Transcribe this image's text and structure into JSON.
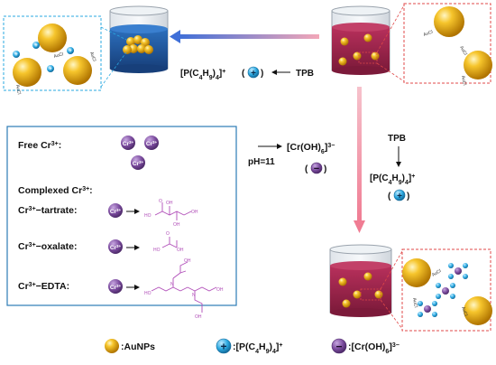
{
  "top_arrow": {
    "label_pre": "[P(C",
    "label_sub1": "4",
    "label_mid": "H",
    "label_sub2": "9",
    "label_mid2": ")",
    "label_sub3": "4",
    "label_post": "]",
    "label_sup": "+",
    "reagent": "TPB"
  },
  "surface_ligand": "AuCl",
  "surface_ligand_sub": "4",
  "surface_ligand_sup": "−",
  "pair_ligand": "[P(C4H9)4]+",
  "species_box": {
    "free_title": "Free Cr",
    "free_title_sup": "3+",
    "free_title_end": ":",
    "ion": "Cr",
    "ion_sup": "3+",
    "complexed_title": "Complexed Cr",
    "complexed_title_sup": "3+",
    "complexed_title_end": ":",
    "rows": [
      {
        "pre": "Cr",
        "sup": "3+",
        "post": "−tartrate:"
      },
      {
        "pre": "Cr",
        "sup": "3+",
        "post": "−oxalate:"
      },
      {
        "pre": "Cr",
        "sup": "3+",
        "post": "−EDTA:"
      }
    ],
    "ligand_atoms": {
      "oh": "OH",
      "ho": "HO",
      "o": "O",
      "n": "N"
    }
  },
  "middle": {
    "ph": "pH=11",
    "product_pre": "[Cr(OH)",
    "product_sub": "6",
    "product_post": "]",
    "product_sup": "3−",
    "minus": "−",
    "plus": "+",
    "tpb": "TPB",
    "pair_pre": "[P(C",
    "pair_sub1": "4",
    "pair_mid": "H",
    "pair_sub2": "9",
    "pair_mid2": ")",
    "pair_sub3": "4",
    "pair_post": "]",
    "pair_sup": "+"
  },
  "legend": {
    "aunps": ":AuNPs",
    "plus_pre": ":[P(C",
    "plus_sub1": "4",
    "plus_mid": "H",
    "plus_sub2": "9",
    "plus_mid2": ")",
    "plus_sub3": "4",
    "plus_post": "]",
    "plus_sup": "+",
    "minus_pre": ":[Cr(OH)",
    "minus_sub": "6",
    "minus_post": "]",
    "minus_sup": "3−"
  },
  "colors": {
    "blue_solution": "#1f5aa5",
    "red_solution": "#a0284e",
    "gold": "#f0b020",
    "cyan": "#2aa8e0",
    "purple": "#7b4b9e",
    "box_border": "#2c7bb6",
    "red_dash": "#e04848"
  }
}
